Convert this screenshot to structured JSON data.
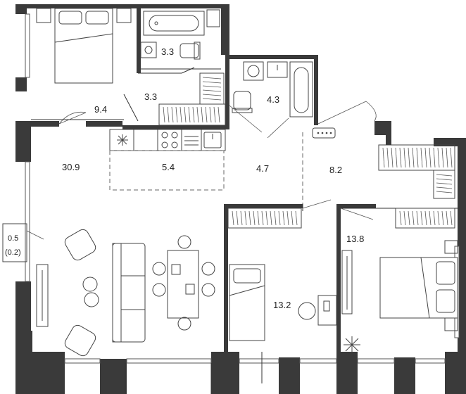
{
  "plan": {
    "rooms": [
      {
        "id": "bedroom-small",
        "area": "9.4"
      },
      {
        "id": "bathroom-top",
        "area": "3.3"
      },
      {
        "id": "wardrobe-corridor",
        "area": "3.3"
      },
      {
        "id": "bathroom-right",
        "area": "4.3"
      },
      {
        "id": "living-room",
        "area": "30.9"
      },
      {
        "id": "kitchen",
        "area": "5.4"
      },
      {
        "id": "hall",
        "area": "4.7"
      },
      {
        "id": "entrance",
        "area": "8.2"
      },
      {
        "id": "bedroom-kids",
        "area": "13.2"
      },
      {
        "id": "bedroom-master",
        "area": "13.8"
      }
    ],
    "balcony": {
      "area": "0.5",
      "area_reduced": "(0.2)"
    },
    "colors": {
      "wall": "#3a3a3a",
      "line": "#333333",
      "background": "#ffffff"
    }
  }
}
